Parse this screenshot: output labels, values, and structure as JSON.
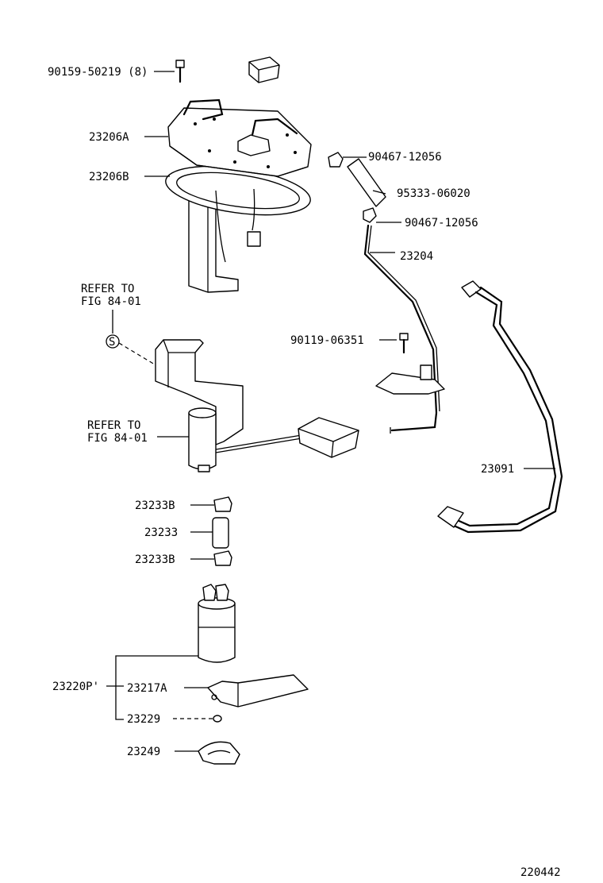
{
  "labels": {
    "bolt_90159": "90159-50219 (8)",
    "p23206A": "23206A",
    "p23206B": "23206B",
    "clamp_top": "90467-12056",
    "hose": "95333-06020",
    "clamp_bottom": "90467-12056",
    "tube_23204": "23204",
    "refer1_line1": "REFER TO",
    "refer1_line2": "FIG 84-01",
    "symbol_s": "S",
    "bolt_90119": "90119-06351",
    "refer2_line1": "REFER TO",
    "refer2_line2": "FIG 84-01",
    "tube_23091": "23091",
    "p23233B_top": "23233B",
    "p23233": "23233",
    "p23233B_bottom": "23233B",
    "p23220P": "23220P'",
    "p23217A": "23217A",
    "p23229": "23229",
    "p23249": "23249",
    "diagram_number": "220442"
  },
  "colors": {
    "ink": "#000000",
    "paper": "#ffffff"
  }
}
